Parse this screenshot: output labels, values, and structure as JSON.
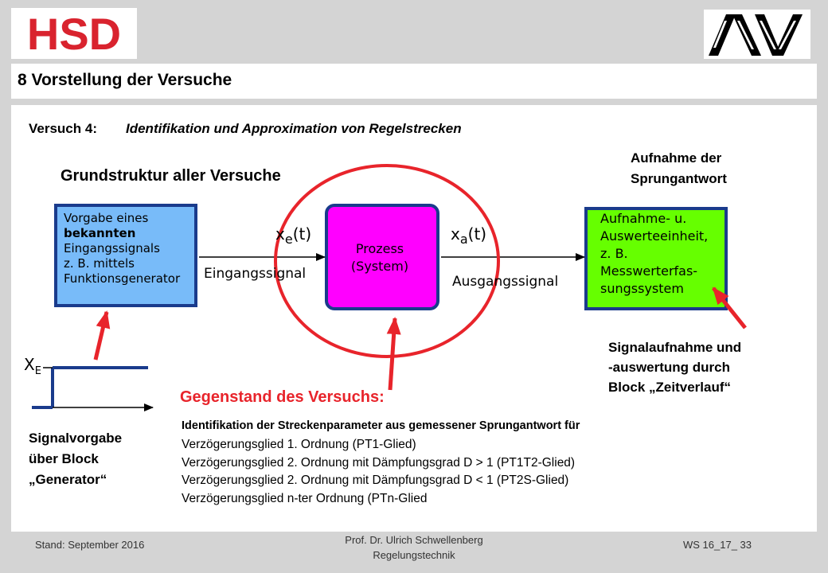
{
  "logos": {
    "left": "HSD",
    "right": "AV"
  },
  "header": {
    "title": "8 Vorstellung der Versuche"
  },
  "content": {
    "versuch_label": "Versuch 4:",
    "versuch_title": "Identifikation und Approximation von Regelstrecken",
    "grundstruktur": "Grundstruktur aller Versuche",
    "aufnahme_line1": "Aufnahme der",
    "aufnahme_line2": "Sprungantwort",
    "input_block": [
      "Vorgabe eines",
      "bekannten",
      "Eingangssignals",
      "z. B. mittels",
      "Funktionsgenerator"
    ],
    "process_block": [
      "Prozess",
      "(System)"
    ],
    "output_block": [
      "Aufnahme- u.",
      "Auswerteeinheit,",
      "z. B.",
      "Messwerterfas-",
      "sungssystem"
    ],
    "xe_label": "x",
    "xe_sub": "e",
    "xe_arg": "(t)",
    "xa_label": "x",
    "xa_sub": "a",
    "xa_arg": "(t)",
    "eingang_label": "Eingangssignal",
    "ausgang_label": "Ausgangssignal",
    "step_label": "X",
    "step_sub": "E",
    "signalaufnahme": [
      "Signalaufnahme und",
      "-auswertung durch",
      "Block „Zeitverlauf“"
    ],
    "signalvorgabe": [
      "Signalvorgabe",
      "über Block",
      "„Generator“"
    ],
    "gegenstand_title": "Gegenstand des Versuchs:",
    "gegenstand_intro": "Identifikation der Streckenparameter aus gemessener Sprungantwort für",
    "gegenstand_items": [
      "Verzögerungsglied 1. Ordnung (PT1-Glied)",
      "Verzögerungsglied 2. Ordnung mit Dämpfungsgrad D > 1 (PT1T2-Glied)",
      "Verzögerungsglied 2. Ordnung mit Dämpfungsgrad D < 1 (PT2S-Glied)",
      "Verzögerungsglied n-ter Ordnung (PTn-Glied"
    ]
  },
  "footer": {
    "stand": "Stand: September 2016",
    "author": "Prof. Dr. Ulrich Schwellenberg",
    "course": "Regelungstechnik",
    "page": "WS 16_17_ 33"
  },
  "colors": {
    "input_block": "#78bbf9",
    "process_block": "#ff00ff",
    "output_block": "#66ff00",
    "block_border": "#1a3b8c",
    "highlight_red": "#e8242b",
    "hsd_red": "#d9232e"
  }
}
